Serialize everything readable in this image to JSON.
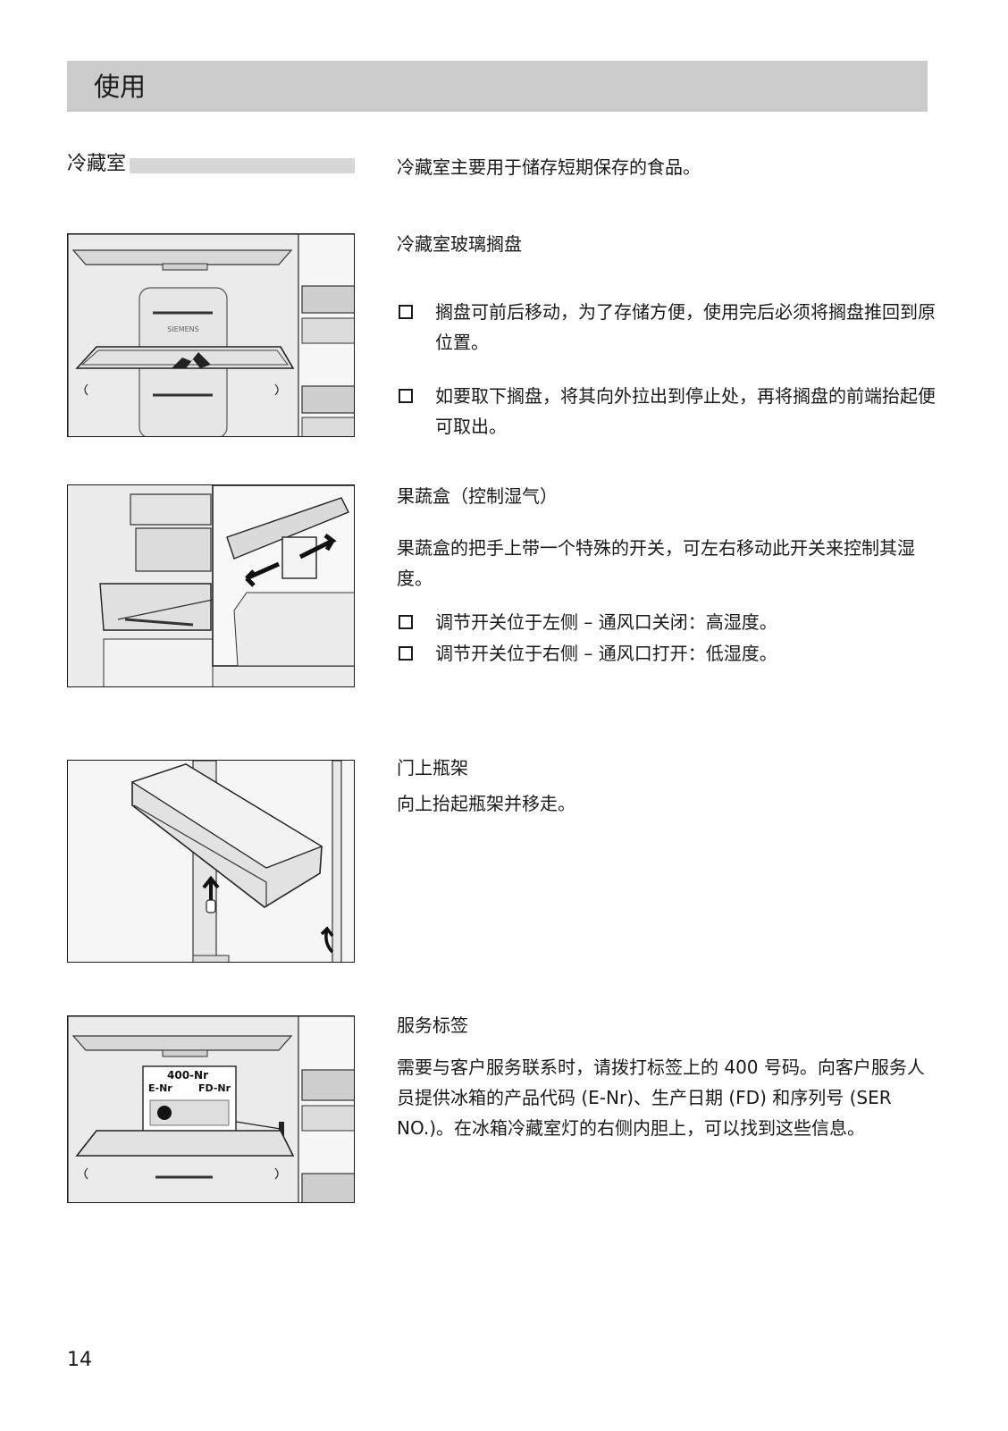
{
  "header": {
    "title": "使用"
  },
  "section": {
    "label": "冷藏室",
    "intro": "冷藏室主要用于储存短期保存的食品。"
  },
  "shelf": {
    "heading": "冷藏室玻璃搁盘",
    "bullets": [
      "搁盘可前后移动，为了存储方便，使用完后必须将搁盘推回到原位置。",
      "如要取下搁盘，将其向外拉出到停止处，再将搁盘的前端抬起便可取出。"
    ],
    "figure_brand": "SIEMENS"
  },
  "crisper": {
    "heading": "果蔬盒",
    "heading_note": "（控制湿气）",
    "body": "果蔬盒的把手上带一个特殊的开关，可左右移动此开关来控制其湿度。",
    "bullets": [
      "调节开关位于左侧 – 通风口关闭：高湿度。",
      "调节开关位于右侧 – 通风口打开：低湿度。"
    ]
  },
  "bottle_rack": {
    "heading": "门上瓶架",
    "body": "向上抬起瓶架并移走。"
  },
  "service_label": {
    "heading": "服务标签",
    "body": "需要与客户服务联系时，请拨打标签上的 400 号码。向客户服务人员提供冰箱的产品代码 (E-Nr)、生产日期 (FD) 和序列号 (SER NO.)。在冰箱冷藏室灯的右侧内胆上，可以找到这些信息。",
    "label_top": "400-Nr",
    "label_left": "E-Nr",
    "label_right": "FD-Nr"
  },
  "footer": {
    "page_number": "14"
  }
}
